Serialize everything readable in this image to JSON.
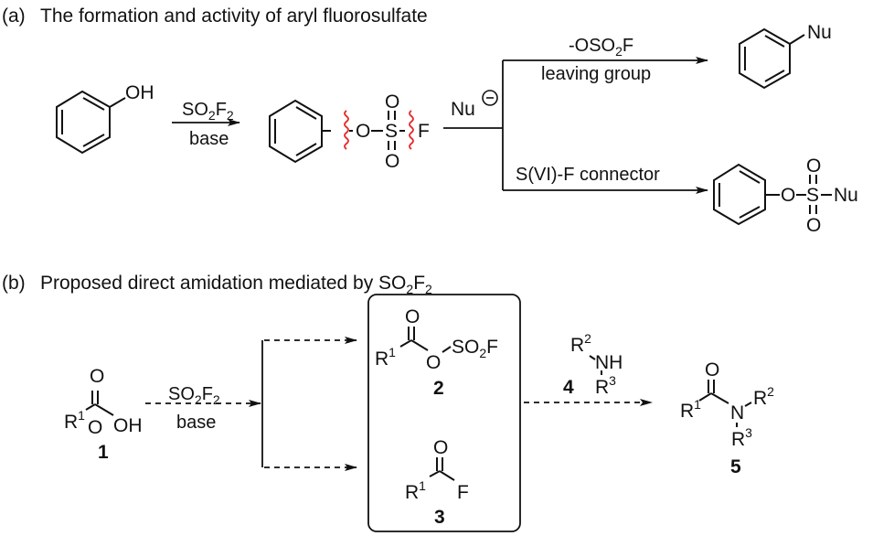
{
  "panel_a": {
    "label": "(a)",
    "title": "The formation and activity of aryl fluorosulfate",
    "phenol_oh": "OH",
    "reagent_top": "SO",
    "reagent_top_sub1": "2",
    "reagent_top_mid": "F",
    "reagent_top_sub2": "2",
    "reagent_bottom": "base",
    "fluorosulfate": {
      "o_link": "O",
      "s": "S",
      "o_top": "O",
      "o_bottom": "O",
      "f": "F"
    },
    "nucleophile": "Nu",
    "nucleophile_charge": "−",
    "branch_top_label_pre": "-OSO",
    "branch_top_label_sub": "2",
    "branch_top_label_post": "F",
    "branch_top_label_below": "leaving group",
    "product_top_substituent": "Nu",
    "branch_bottom_label": "S(VI)-F connector",
    "product_bottom": {
      "o_link": "O",
      "s": "S",
      "o_top": "O",
      "o_bottom": "O",
      "nu": "Nu"
    }
  },
  "panel_b": {
    "label": "(b)",
    "title_pre": "Proposed direct amidation mediated by SO",
    "title_sub1": "2",
    "title_mid": "F",
    "title_sub2": "2",
    "acid": {
      "r": "R",
      "r_sup": "1",
      "o": "O",
      "oh": "OH",
      "number": "1"
    },
    "reagent_top": "SO",
    "reagent_top_sub1": "2",
    "reagent_top_mid": "F",
    "reagent_top_sub2": "2",
    "reagent_bottom": "base",
    "intermediate_2": {
      "r": "R",
      "r_sup": "1",
      "o_carbonyl": "O",
      "o_link": "O",
      "so2f_pre": "SO",
      "so2f_sub": "2",
      "so2f_post": "F",
      "number": "2"
    },
    "intermediate_3": {
      "r": "R",
      "r_sup": "1",
      "o": "O",
      "f": "F",
      "number": "3"
    },
    "amine": {
      "r2": "R",
      "r2_sup": "2",
      "nh": "NH",
      "r3": "R",
      "r3_sup": "3",
      "number": "4"
    },
    "amide": {
      "r1": "R",
      "r1_sup": "1",
      "o": "O",
      "n": "N",
      "r2": "R",
      "r2_sup": "2",
      "r3": "R",
      "r3_sup": "3",
      "number": "5"
    }
  }
}
